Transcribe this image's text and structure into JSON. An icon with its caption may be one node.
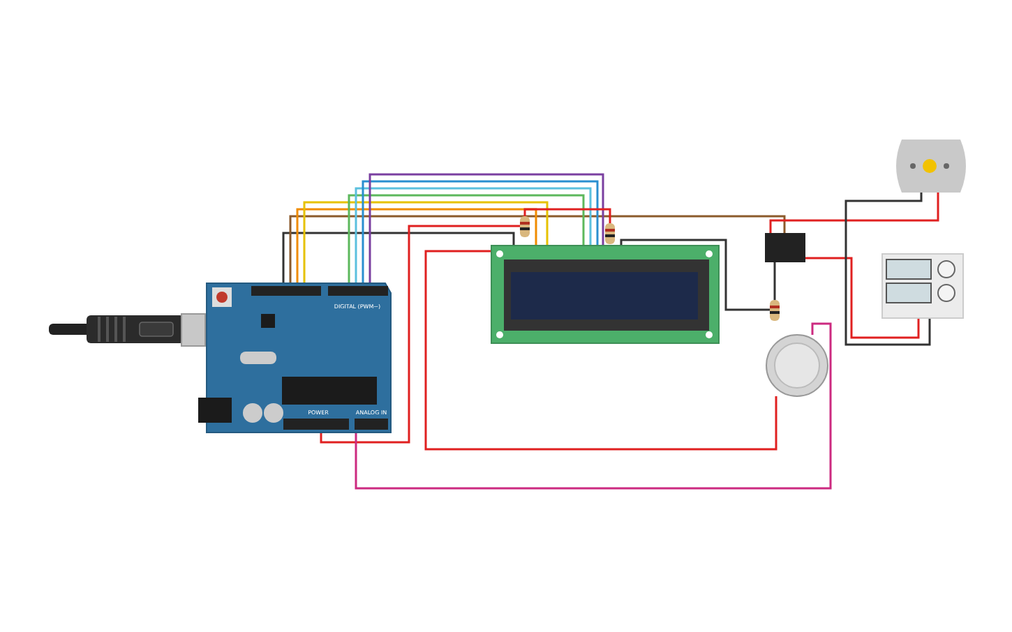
{
  "diagram": {
    "nodes": [
      {
        "text": [],
        "shape": "picture"
      },
      {
        "text": [],
        "shape": "picture"
      },
      {
        "text": [],
        "shape": "picture"
      },
      {
        "text": [],
        "shape": "picture"
      },
      {
        "text": [],
        "shape": "picture"
      },
      {
        "text": [],
        "shape": "box"
      },
      {
        "text": [],
        "shape": "picture"
      },
      {
        "text": [],
        "shape": "picture"
      },
      {
        "text": [],
        "shape": "picture"
      },
      {
        "text": [],
        "shape": "picture"
      }
    ],
    "edges": [
      {
        "from": 1,
        "to": 2,
        "arrow": "none",
        "color": "#333333"
      },
      {
        "from": 1,
        "to": 5,
        "arrow": "none",
        "color": "#8b5a2b"
      },
      {
        "from": 1,
        "to": 2,
        "arrow": "none",
        "color": "#f08c00"
      },
      {
        "from": 1,
        "to": 2,
        "arrow": "none",
        "color": "#e6c200"
      },
      {
        "from": 1,
        "to": 2,
        "arrow": "none",
        "color": "#5cb85c"
      },
      {
        "from": 1,
        "to": 2,
        "arrow": "none",
        "color": "#5bc0de"
      },
      {
        "from": 1,
        "to": 2,
        "arrow": "none",
        "color": "#2a8fd0"
      },
      {
        "from": 1,
        "to": 2,
        "arrow": "none",
        "color": "#7a3fa0"
      },
      {
        "from": 1,
        "to": 3,
        "arrow": "none",
        "color": "#e02020"
      },
      {
        "from": 3,
        "to": 4,
        "arrow": "none",
        "color": "#e02020"
      },
      {
        "from": 2,
        "to": 9,
        "arrow": "none",
        "color": "#e02020"
      },
      {
        "from": 1,
        "to": 9,
        "arrow": "none",
        "color": "#cc2a80"
      },
      {
        "from": 2,
        "to": 8,
        "arrow": "none",
        "color": "#333333"
      },
      {
        "from": 5,
        "to": 8,
        "arrow": "none",
        "color": "#333333"
      },
      {
        "from": 5,
        "to": 6,
        "arrow": "none",
        "color": "#e02020"
      },
      {
        "from": 5,
        "to": 7,
        "arrow": "none",
        "color": "#e02020"
      },
      {
        "from": 6,
        "to": 7,
        "arrow": "none",
        "color": "#333333"
      }
    ],
    "labels": [
      "DIGITAL (PWM~)",
      "POWER",
      "ANALOG IN"
    ]
  }
}
